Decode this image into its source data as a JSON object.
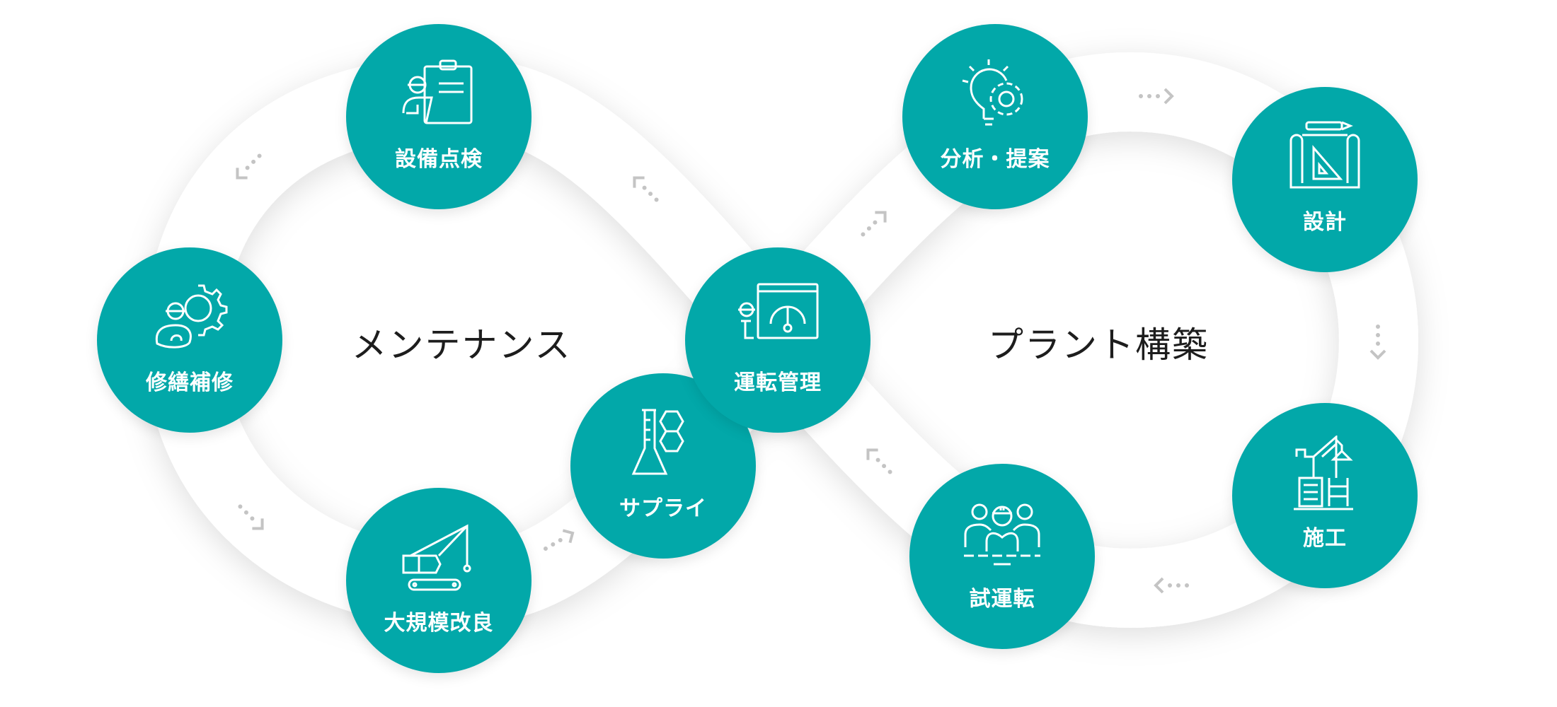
{
  "colors": {
    "node": "#02A8A9",
    "arrow": "#c4c4c4",
    "text": "#1d1d1d"
  },
  "loops": {
    "left_title": "メンテナンス",
    "right_title": "プラント構築"
  },
  "nodes": {
    "inspection": {
      "label": "設備点検",
      "icon": "clipboard-worker-icon"
    },
    "repair": {
      "label": "修繕補修",
      "icon": "gear-worker-icon"
    },
    "renovation": {
      "label": "大規模改良",
      "icon": "crane-vehicle-icon"
    },
    "supply": {
      "label": "サプライ",
      "icon": "flask-molecule-icon"
    },
    "operation": {
      "label": "運転管理",
      "icon": "gauge-monitor-icon"
    },
    "analysis": {
      "label": "分析・提案",
      "icon": "lightbulb-gear-icon"
    },
    "design": {
      "label": "設計",
      "icon": "blueprint-icon"
    },
    "construction": {
      "label": "施工",
      "icon": "building-crane-icon"
    },
    "trial": {
      "label": "試運転",
      "icon": "team-icon"
    }
  }
}
